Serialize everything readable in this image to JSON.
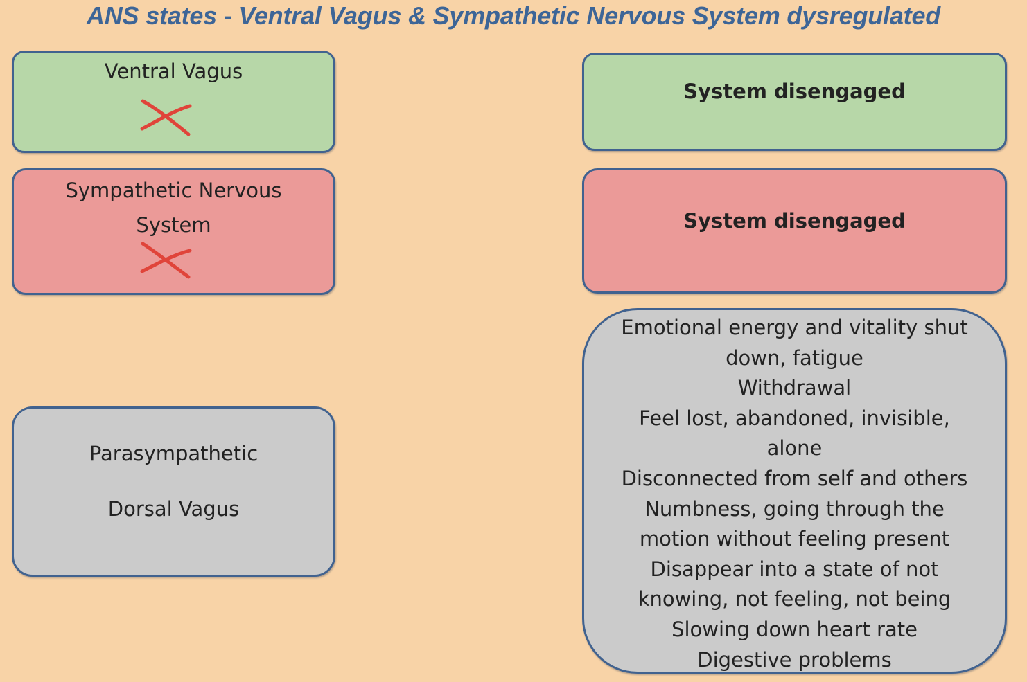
{
  "title": "ANS states - Ventral Vagus & Sympathetic Nervous System dysregulated",
  "left_column": {
    "ventral_vagus": {
      "label": "Ventral Vagus",
      "crossed_out": true
    },
    "sympathetic": {
      "label_line1": "Sympathetic Nervous",
      "label_line2": "System",
      "crossed_out": true
    },
    "dorsal": {
      "label_line1": "Parasympathetic",
      "label_line2": "Dorsal Vagus"
    }
  },
  "right_column": {
    "ventral_state": "System disengaged",
    "sympathetic_state": "System disengaged",
    "dorsal_symptoms": [
      "Emotional energy and vitality shut down, fatigue",
      "Withdrawal",
      "Feel lost, abandoned, invisible, alone",
      "Disconnected from self and others",
      "Numbness, going through the motion without feeling present",
      "Disappear into a state of not knowing, not feeling, not being",
      "Slowing down heart rate",
      "Digestive problems"
    ]
  },
  "colors": {
    "background": "#f8d3a7",
    "title": "#3d6597",
    "ventral_green": "#b7d7a8",
    "sympathetic_red": "#eb9a98",
    "dorsal_grey": "#cbcbcb",
    "border": "#41628f",
    "cross_mark": "#e0443a"
  }
}
